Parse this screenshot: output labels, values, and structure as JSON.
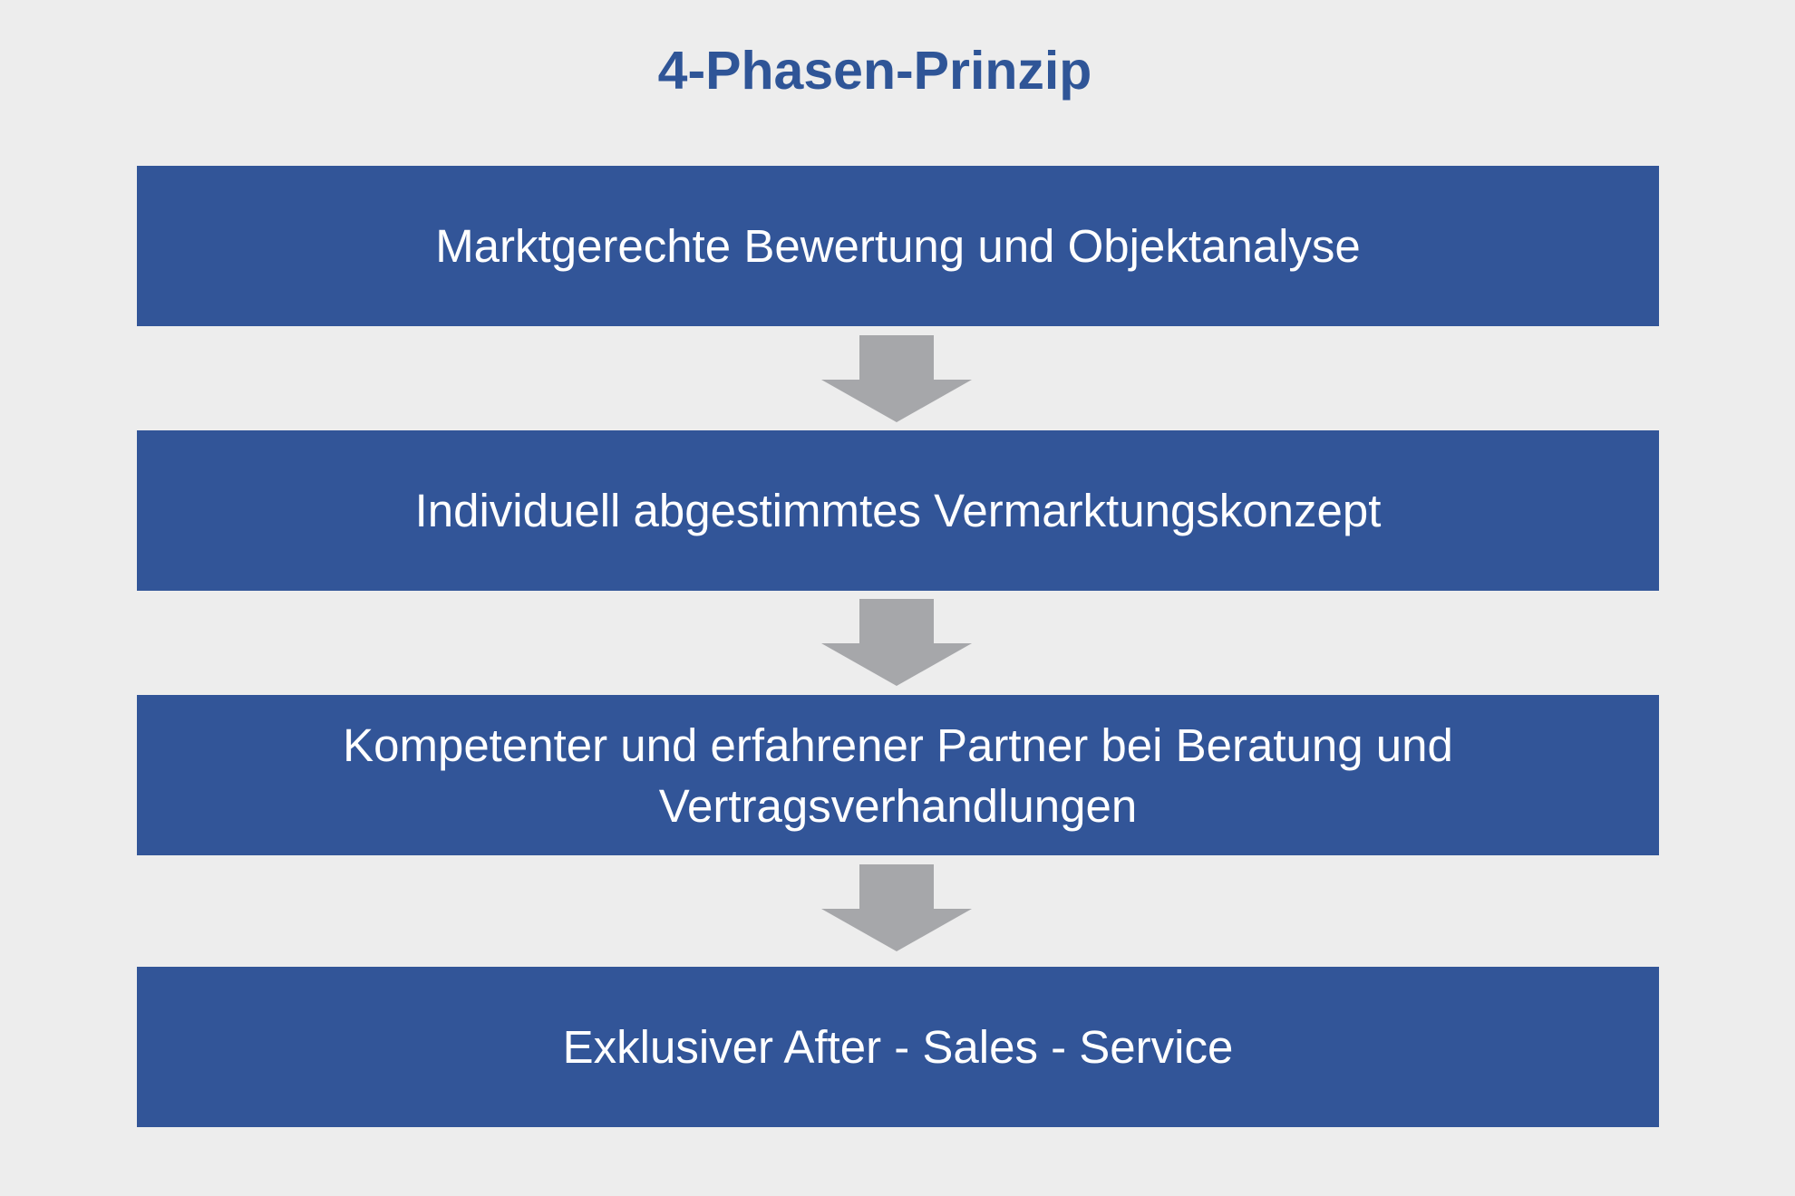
{
  "title": "4-Phasen-Prinzip",
  "colors": {
    "background": "#ededed",
    "title": "#2f5597",
    "box_fill": "#325598",
    "box_text": "#ffffff",
    "arrow": "#a6a7aa"
  },
  "phases": [
    {
      "label": "Marktgerechte Bewertung und Objektanalyse"
    },
    {
      "label": "Individuell abgestimmtes Vermarktungskonzept"
    },
    {
      "label": "Kompetenter und erfahrener Partner bei Beratung und Vertragsverhandlungen"
    },
    {
      "label": "Exklusiver After - Sales - Service"
    }
  ],
  "connector_icon": "down-arrow-icon"
}
